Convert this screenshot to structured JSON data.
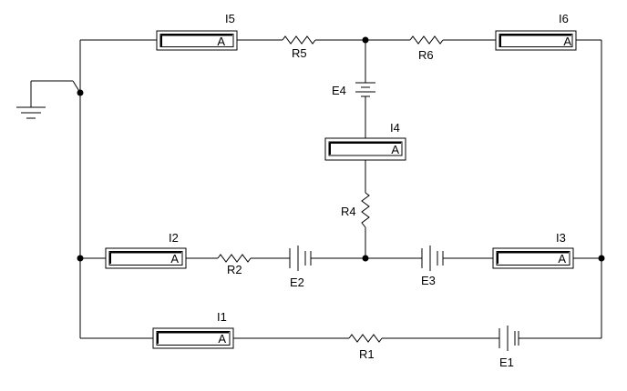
{
  "ammeters": {
    "I5": {
      "name": "I5",
      "unit": "A"
    },
    "I6": {
      "name": "I6",
      "unit": "A"
    },
    "I4": {
      "name": "I4",
      "unit": "A"
    },
    "I2": {
      "name": "I2",
      "unit": "A"
    },
    "I3": {
      "name": "I3",
      "unit": "A"
    },
    "I1": {
      "name": "I1",
      "unit": "A"
    }
  },
  "resistors": {
    "R5": "R5",
    "R6": "R6",
    "R4": "R4",
    "R2": "R2",
    "R1": "R1"
  },
  "sources": {
    "E4": "E4",
    "E2": "E2",
    "E3": "E3",
    "E1": "E1"
  }
}
